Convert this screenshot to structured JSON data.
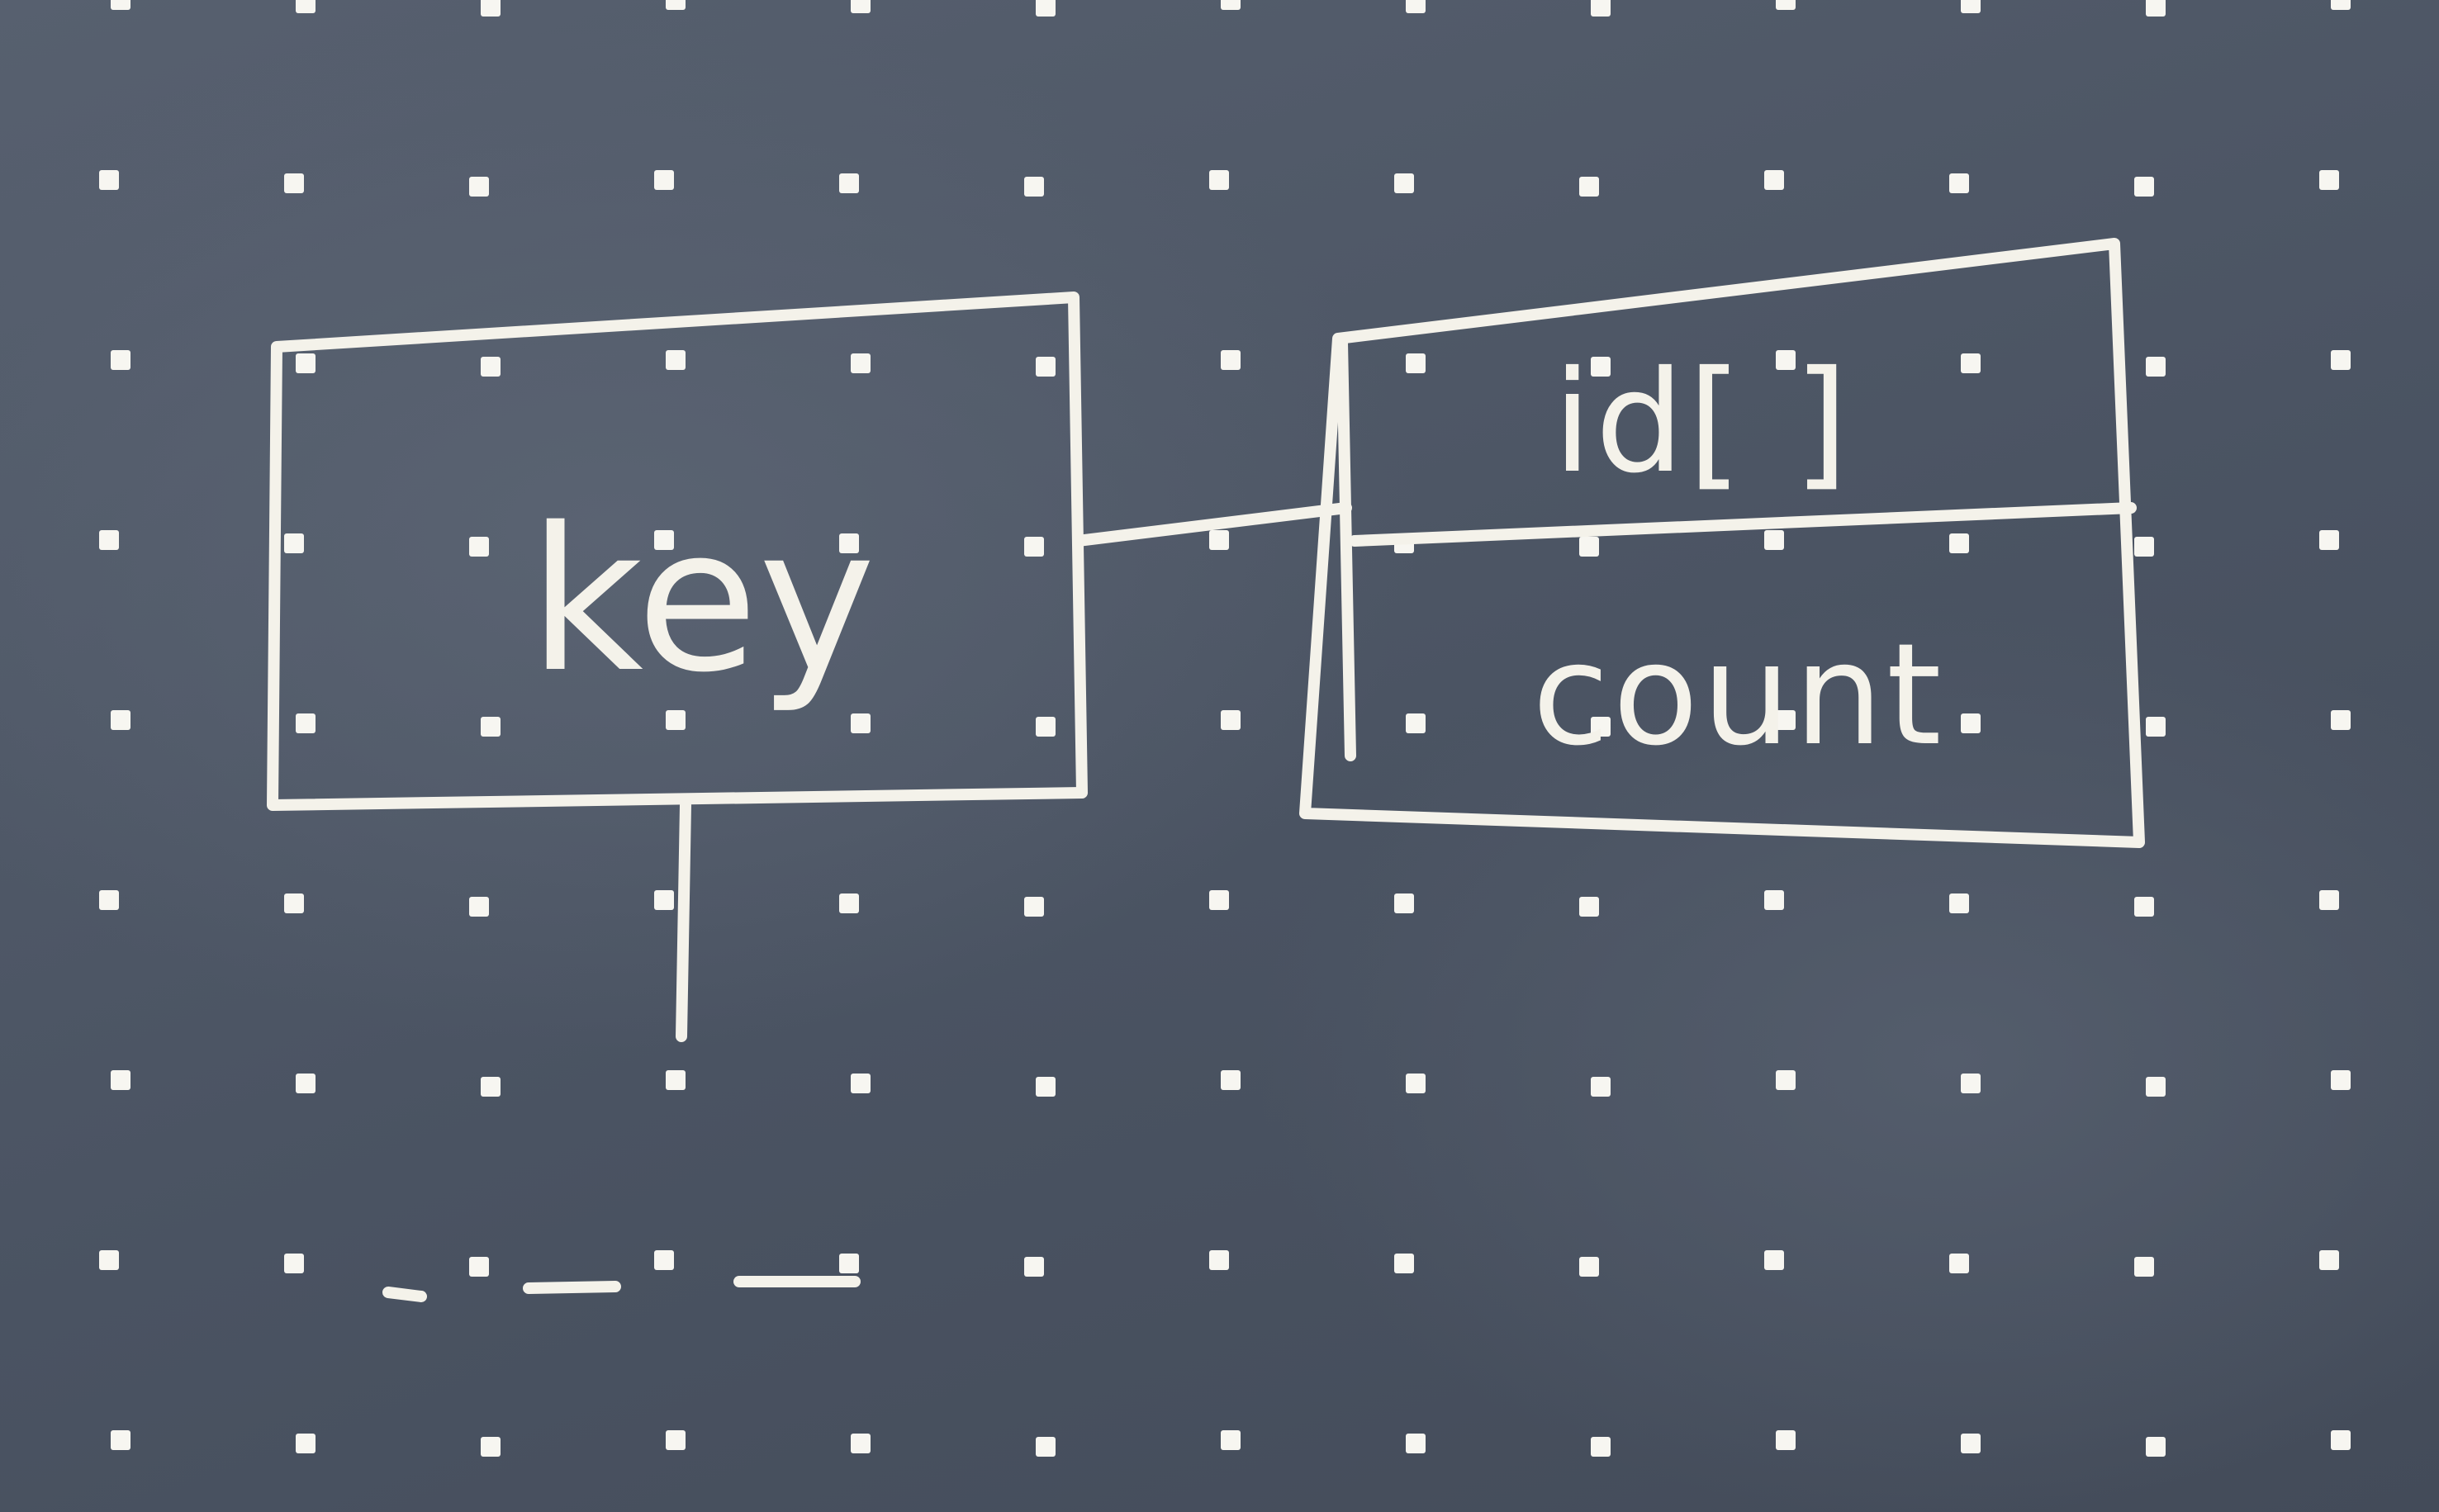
{
  "diagram": {
    "key_node": {
      "label": "key"
    },
    "record_node": {
      "fields": [
        {
          "label": "id[ ]"
        },
        {
          "label": "count"
        }
      ]
    },
    "edges": [
      {
        "from": "key",
        "to": "record"
      }
    ]
  },
  "colors": {
    "board": "#4c5564",
    "chalk": "#f4f2ea",
    "dot": "#f7f6f1"
  }
}
